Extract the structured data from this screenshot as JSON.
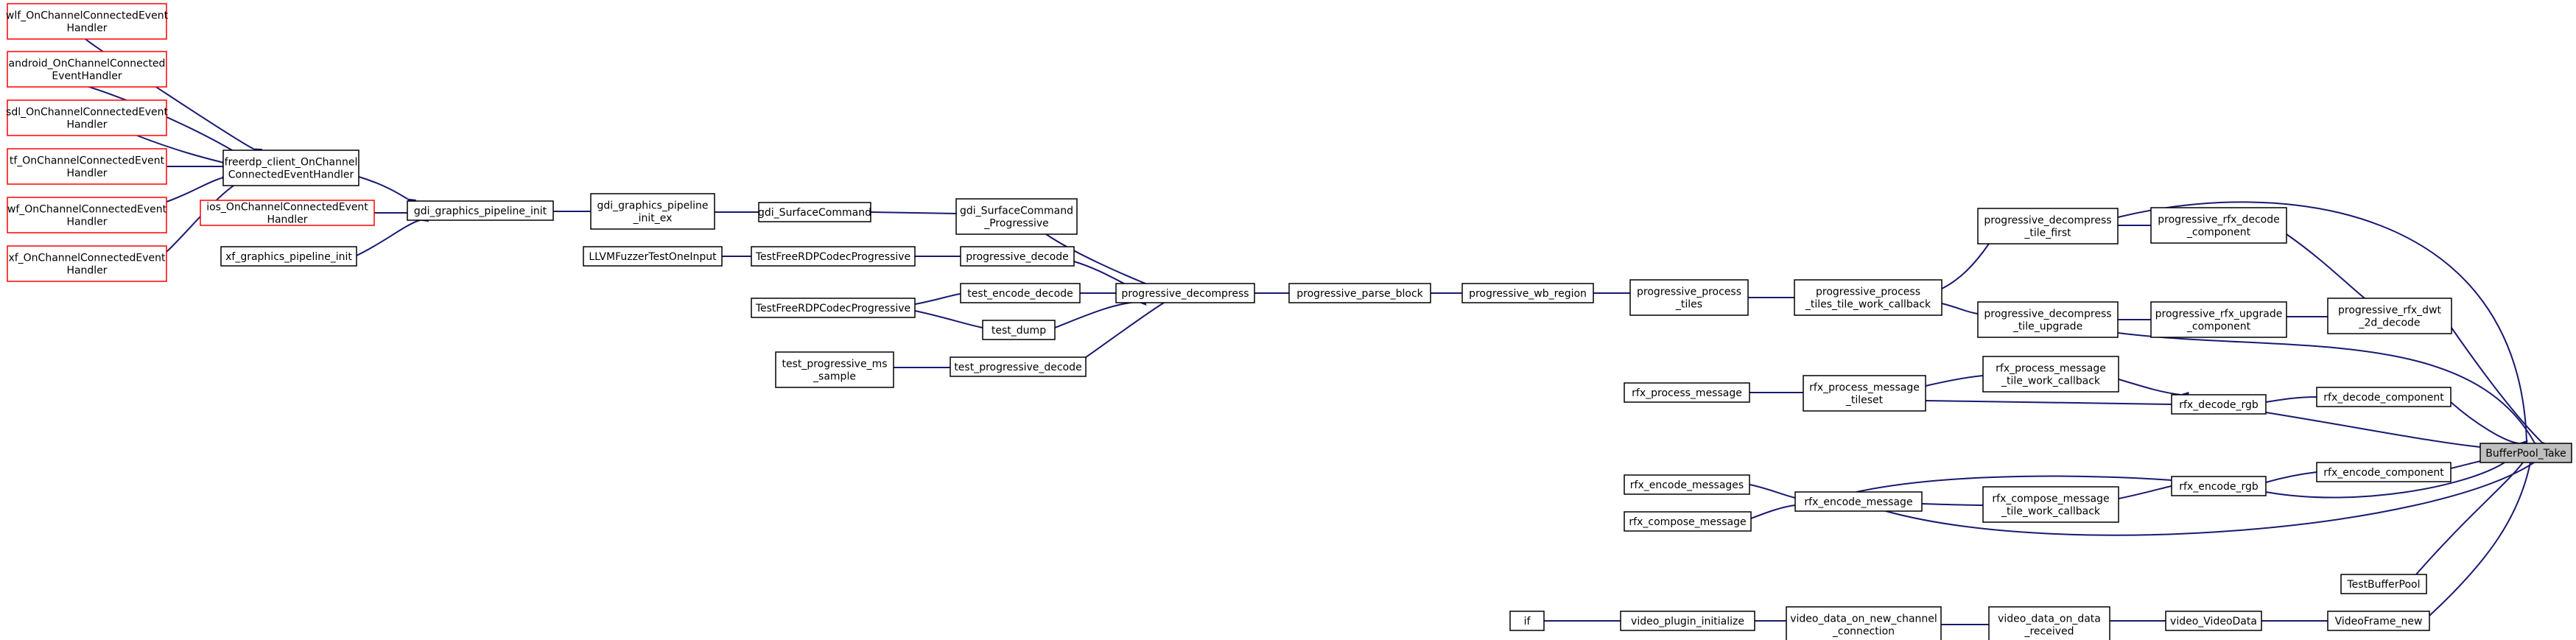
{
  "graph": {
    "nodes": [
      {
        "id": "wlf",
        "lines": [
          "wlf_OnChannelConnectedEvent",
          "Handler"
        ],
        "style": "incomplete"
      },
      {
        "id": "android",
        "lines": [
          "android_OnChannelConnected",
          "EventHandler"
        ],
        "style": "incomplete"
      },
      {
        "id": "sdl",
        "lines": [
          "sdl_OnChannelConnectedEvent",
          "Handler"
        ],
        "style": "incomplete"
      },
      {
        "id": "tf",
        "lines": [
          "tf_OnChannelConnectedEvent",
          "Handler"
        ],
        "style": "incomplete"
      },
      {
        "id": "wf",
        "lines": [
          "wf_OnChannelConnectedEvent",
          "Handler"
        ],
        "style": "incomplete"
      },
      {
        "id": "xf",
        "lines": [
          "xf_OnChannelConnectedEvent",
          "Handler"
        ],
        "style": "incomplete"
      },
      {
        "id": "freerdp_client",
        "lines": [
          "freerdp_client_OnChannel",
          "ConnectedEventHandler"
        ],
        "style": "normal"
      },
      {
        "id": "ios",
        "lines": [
          "ios_OnChannelConnectedEvent",
          "Handler"
        ],
        "style": "incomplete"
      },
      {
        "id": "xf_gpi",
        "lines": [
          "xf_graphics_pipeline_init"
        ],
        "style": "normal"
      },
      {
        "id": "gdi_gpi",
        "lines": [
          "gdi_graphics_pipeline_init"
        ],
        "style": "normal"
      },
      {
        "id": "gdi_gpi_ex",
        "lines": [
          "gdi_graphics_pipeline",
          "_init_ex"
        ],
        "style": "normal"
      },
      {
        "id": "gdi_sc",
        "lines": [
          "gdi_SurfaceCommand"
        ],
        "style": "normal"
      },
      {
        "id": "gdi_scp",
        "lines": [
          "gdi_SurfaceCommand",
          "_Progressive"
        ],
        "style": "normal"
      },
      {
        "id": "llvm",
        "lines": [
          "LLVMFuzzerTestOneInput"
        ],
        "style": "normal"
      },
      {
        "id": "tfp1",
        "lines": [
          "TestFreeRDPCodecProgressive"
        ],
        "style": "normal"
      },
      {
        "id": "tfp2",
        "lines": [
          "TestFreeRDPCodecProgressive"
        ],
        "style": "normal"
      },
      {
        "id": "test_pms",
        "lines": [
          "test_progressive_ms",
          "_sample"
        ],
        "style": "normal"
      },
      {
        "id": "prog_decode",
        "lines": [
          "progressive_decode"
        ],
        "style": "normal"
      },
      {
        "id": "test_encode_decode",
        "lines": [
          "test_encode_decode"
        ],
        "style": "normal"
      },
      {
        "id": "test_dump",
        "lines": [
          "test_dump"
        ],
        "style": "normal"
      },
      {
        "id": "test_prog_decode",
        "lines": [
          "test_progressive_decode"
        ],
        "style": "normal"
      },
      {
        "id": "prog_decompress",
        "lines": [
          "progressive_decompress"
        ],
        "style": "normal"
      },
      {
        "id": "prog_parse",
        "lines": [
          "progressive_parse_block"
        ],
        "style": "normal"
      },
      {
        "id": "prog_wb",
        "lines": [
          "progressive_wb_region"
        ],
        "style": "normal"
      },
      {
        "id": "prog_pt",
        "lines": [
          "progressive_process",
          "_tiles"
        ],
        "style": "normal"
      },
      {
        "id": "prog_pt_cb",
        "lines": [
          "progressive_process",
          "_tiles_tile_work_callback"
        ],
        "style": "normal"
      },
      {
        "id": "prog_dtf",
        "lines": [
          "progressive_decompress",
          "_tile_first"
        ],
        "style": "normal"
      },
      {
        "id": "prog_dtu",
        "lines": [
          "progressive_decompress",
          "_tile_upgrade"
        ],
        "style": "normal"
      },
      {
        "id": "prog_rfx_dc",
        "lines": [
          "progressive_rfx_decode",
          "_component"
        ],
        "style": "normal"
      },
      {
        "id": "prog_rfx_uc",
        "lines": [
          "progressive_rfx_upgrade",
          "_component"
        ],
        "style": "normal"
      },
      {
        "id": "prog_rfx_dwt",
        "lines": [
          "progressive_rfx_dwt",
          "_2d_decode"
        ],
        "style": "normal"
      },
      {
        "id": "rfx_pm",
        "lines": [
          "rfx_process_message"
        ],
        "style": "normal"
      },
      {
        "id": "rfx_pmt",
        "lines": [
          "rfx_process_message",
          "_tileset"
        ],
        "style": "normal"
      },
      {
        "id": "rfx_pmtw",
        "lines": [
          "rfx_process_message",
          "_tile_work_callback"
        ],
        "style": "normal"
      },
      {
        "id": "rfx_drgb",
        "lines": [
          "rfx_decode_rgb"
        ],
        "style": "normal"
      },
      {
        "id": "rfx_dc",
        "lines": [
          "rfx_decode_component"
        ],
        "style": "normal"
      },
      {
        "id": "rfx_ems",
        "lines": [
          "rfx_encode_messages"
        ],
        "style": "normal"
      },
      {
        "id": "rfx_cm",
        "lines": [
          "rfx_compose_message"
        ],
        "style": "normal"
      },
      {
        "id": "rfx_em",
        "lines": [
          "rfx_encode_message"
        ],
        "style": "normal"
      },
      {
        "id": "rfx_cmtw",
        "lines": [
          "rfx_compose_message",
          "_tile_work_callback"
        ],
        "style": "normal"
      },
      {
        "id": "rfx_ergb",
        "lines": [
          "rfx_encode_rgb"
        ],
        "style": "normal"
      },
      {
        "id": "rfx_ec",
        "lines": [
          "rfx_encode_component"
        ],
        "style": "normal"
      },
      {
        "id": "tbp",
        "lines": [
          "TestBufferPool"
        ],
        "style": "normal"
      },
      {
        "id": "vid_if",
        "lines": [
          "if"
        ],
        "style": "normal"
      },
      {
        "id": "vid_pi",
        "lines": [
          "video_plugin_initialize"
        ],
        "style": "normal"
      },
      {
        "id": "vid_nc",
        "lines": [
          "video_data_on_new_channel",
          "_connection"
        ],
        "style": "normal"
      },
      {
        "id": "vid_dr",
        "lines": [
          "video_data_on_data",
          "_received"
        ],
        "style": "normal"
      },
      {
        "id": "vid_vd",
        "lines": [
          "video_VideoData"
        ],
        "style": "normal"
      },
      {
        "id": "vid_fn",
        "lines": [
          "VideoFrame_new"
        ],
        "style": "normal"
      },
      {
        "id": "bpt",
        "lines": [
          "BufferPool_Take"
        ],
        "style": "highlight"
      }
    ]
  },
  "colors": {
    "edge": "#191970",
    "node_border": "#000000",
    "incomplete_border": "#ff0000",
    "highlight_fill": "#bfbfbf",
    "node_fill": "#ffffff",
    "text": "#000000"
  }
}
